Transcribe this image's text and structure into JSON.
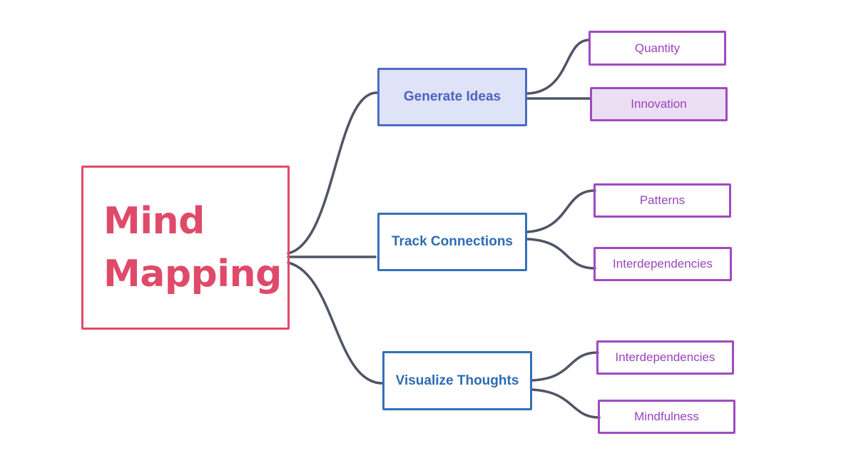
{
  "mindmap": {
    "root": {
      "line1": "Mind",
      "line2": "Mapping"
    },
    "branches": [
      {
        "label": "Generate Ideas",
        "children": [
          "Quantity",
          "Innovation"
        ]
      },
      {
        "label": "Track Connections",
        "children": [
          "Patterns",
          "Interdependencies"
        ]
      },
      {
        "label": "Visualize Thoughts",
        "children": [
          "Interdependencies",
          "Mindfulness"
        ]
      }
    ]
  },
  "colors": {
    "root": "#e04a6a",
    "branch": "#3470b8",
    "branch_highlight_fill": "#dfe3f7",
    "leaf": "#a04ac2",
    "leaf_highlight_fill": "#eddff3",
    "connector": "#4f5566"
  }
}
